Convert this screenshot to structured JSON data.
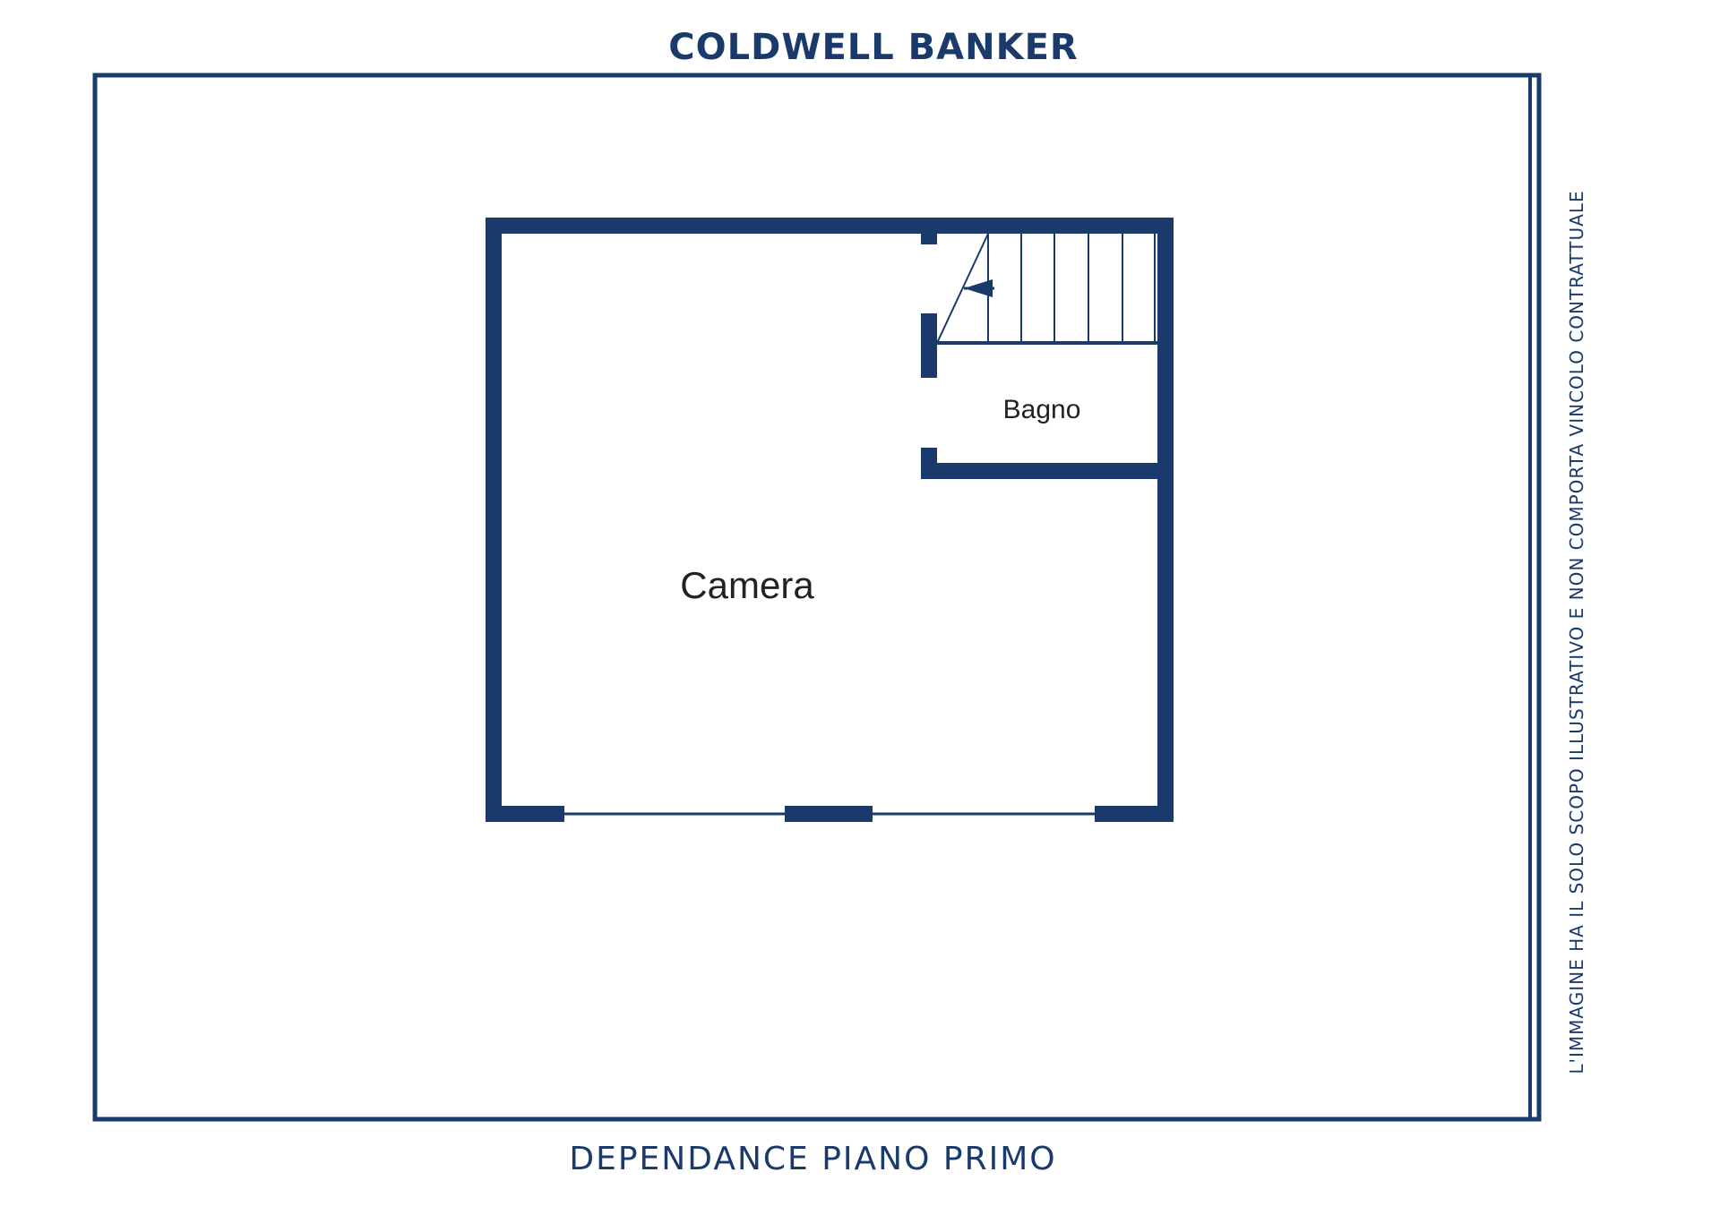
{
  "header": {
    "brand": "COLDWELL BANKER"
  },
  "plan": {
    "rooms": [
      {
        "name": "Camera"
      },
      {
        "name": "Bagno"
      }
    ],
    "stair_icon": "staircase-arrow-icon"
  },
  "footer": {
    "caption": "DEPENDANCE PIANO PRIMO"
  },
  "side_note": {
    "disclaimer": "L'IMMAGINE HA IL SOLO SCOPO ILLUSTRATIVO E NON COMPORTA VINCOLO CONTRATTUALE"
  },
  "colors": {
    "wall": "#1a3a6b",
    "frame": "#1a3a6b",
    "label": "#222222"
  }
}
